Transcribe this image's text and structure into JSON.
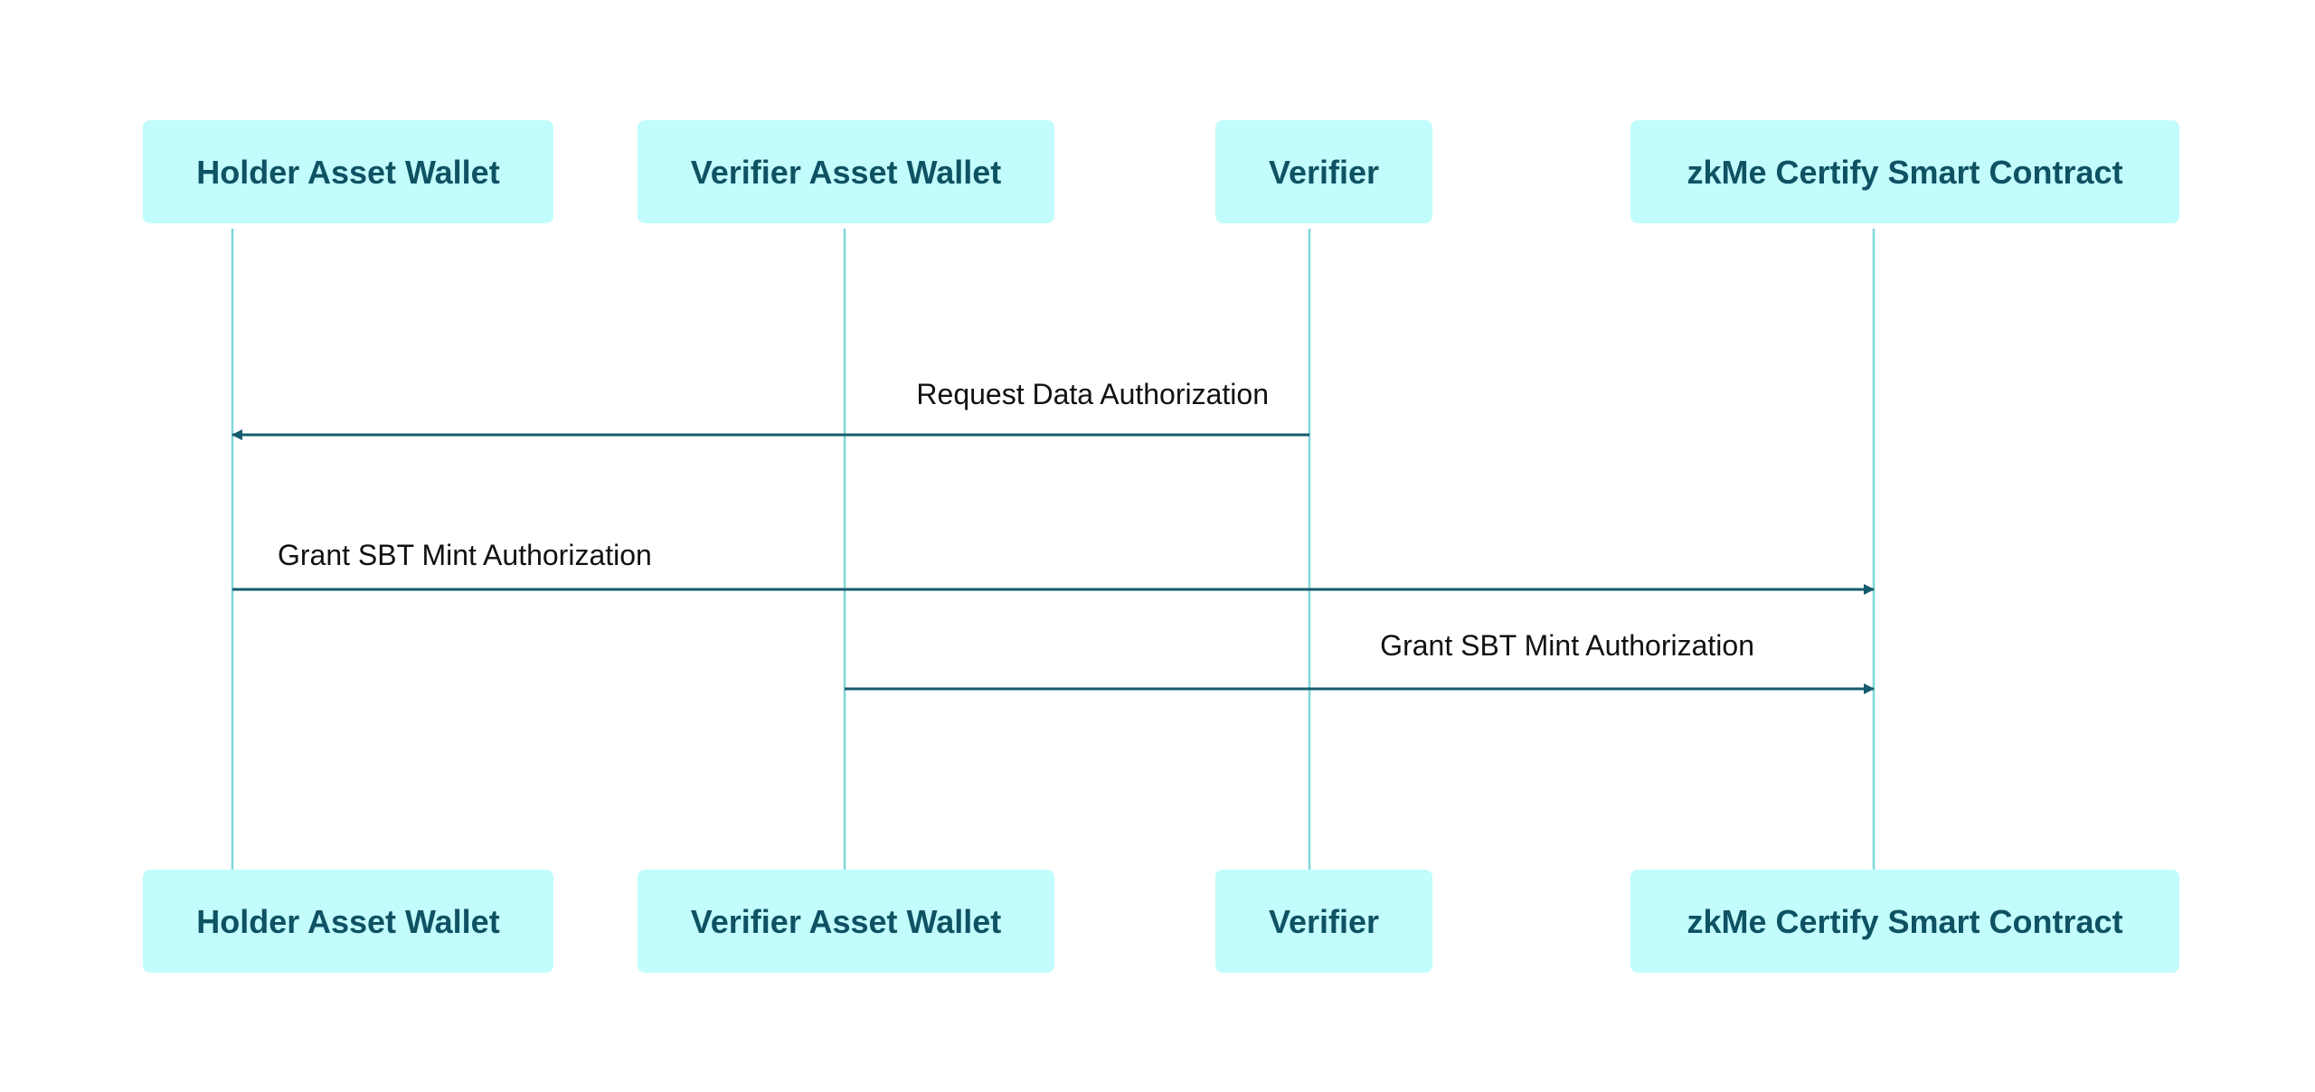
{
  "participants": [
    {
      "id": "holder",
      "label": "Holder Asset Wallet"
    },
    {
      "id": "verifier-wallet",
      "label": "Verifier Asset Wallet"
    },
    {
      "id": "verifier",
      "label": "Verifier"
    },
    {
      "id": "zkme-contract",
      "label": "zkMe Certify Smart Contract"
    }
  ],
  "messages": [
    {
      "from": "verifier",
      "to": "holder",
      "label": "Request Data Authorization"
    },
    {
      "from": "holder",
      "to": "zkme-contract",
      "label": "Grant SBT Mint Authorization"
    },
    {
      "from": "verifier-wallet",
      "to": "zkme-contract",
      "label": "Grant SBT Mint Authorization"
    }
  ],
  "colors": {
    "box_fill": "#c2fcfc",
    "box_text": "#0e5263",
    "lifeline": "#7fd6d8",
    "message_line": "#155c6e",
    "message_text": "#111111"
  }
}
